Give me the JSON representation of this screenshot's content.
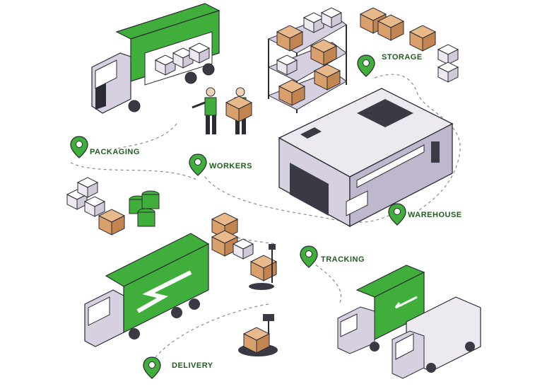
{
  "labels": {
    "storage": "STORAGE",
    "packaging": "PACKAGING",
    "workers": "WORKERS",
    "warehouse": "WAREHOUSE",
    "tracking": "TRACKING",
    "delivery": "DELIVERY"
  },
  "colors": {
    "brand_green": "#3fae3a",
    "dark_green": "#1e5e1e",
    "box_tan": "#d9a06b",
    "building_lilac": "#d6d0e0",
    "outline": "#2b2b33"
  }
}
